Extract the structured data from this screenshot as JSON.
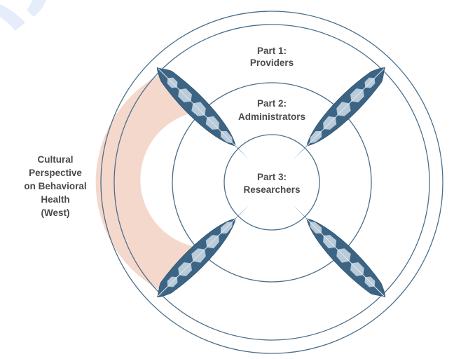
{
  "rings": {
    "outer": [
      "Part 1:",
      "Providers"
    ],
    "middle": [
      "Part 2:",
      "Administrators"
    ],
    "inner": [
      "Part 3:",
      "Researchers"
    ]
  },
  "direction_label": [
    "Cultural",
    "Perspective",
    "on Behavioral",
    "Health",
    "(West)"
  ],
  "highlight_sector": "West",
  "colors": {
    "ring_stroke": "#4a6e8a",
    "highlight_fill": "#f5d8cc",
    "feather_dark": "#3c6585",
    "feather_light": "#b9cad9",
    "label_text": "#4a4a4a",
    "watermark": "#1f6fd1"
  },
  "icons": [
    "feather-icon-northwest",
    "feather-icon-northeast",
    "feather-icon-southwest",
    "feather-icon-southeast"
  ]
}
